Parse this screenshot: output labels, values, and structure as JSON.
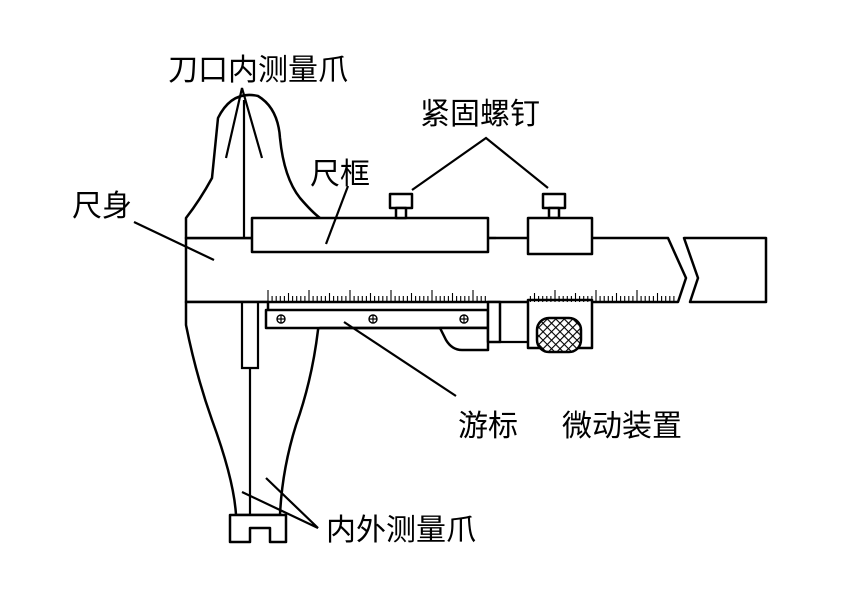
{
  "labels": {
    "knife_edge_inner_jaw": "刀口内测量爪",
    "locking_screw": "紧固螺钉",
    "frame": "尺框",
    "main_scale": "尺身",
    "vernier": "游标",
    "fine_adjustment": "微动装置",
    "inner_outer_jaw": "内外测量爪"
  },
  "colors": {
    "stroke": "#000000",
    "background": "#ffffff"
  },
  "icons": {
    "screw_marker": "cross-screw-icon"
  }
}
